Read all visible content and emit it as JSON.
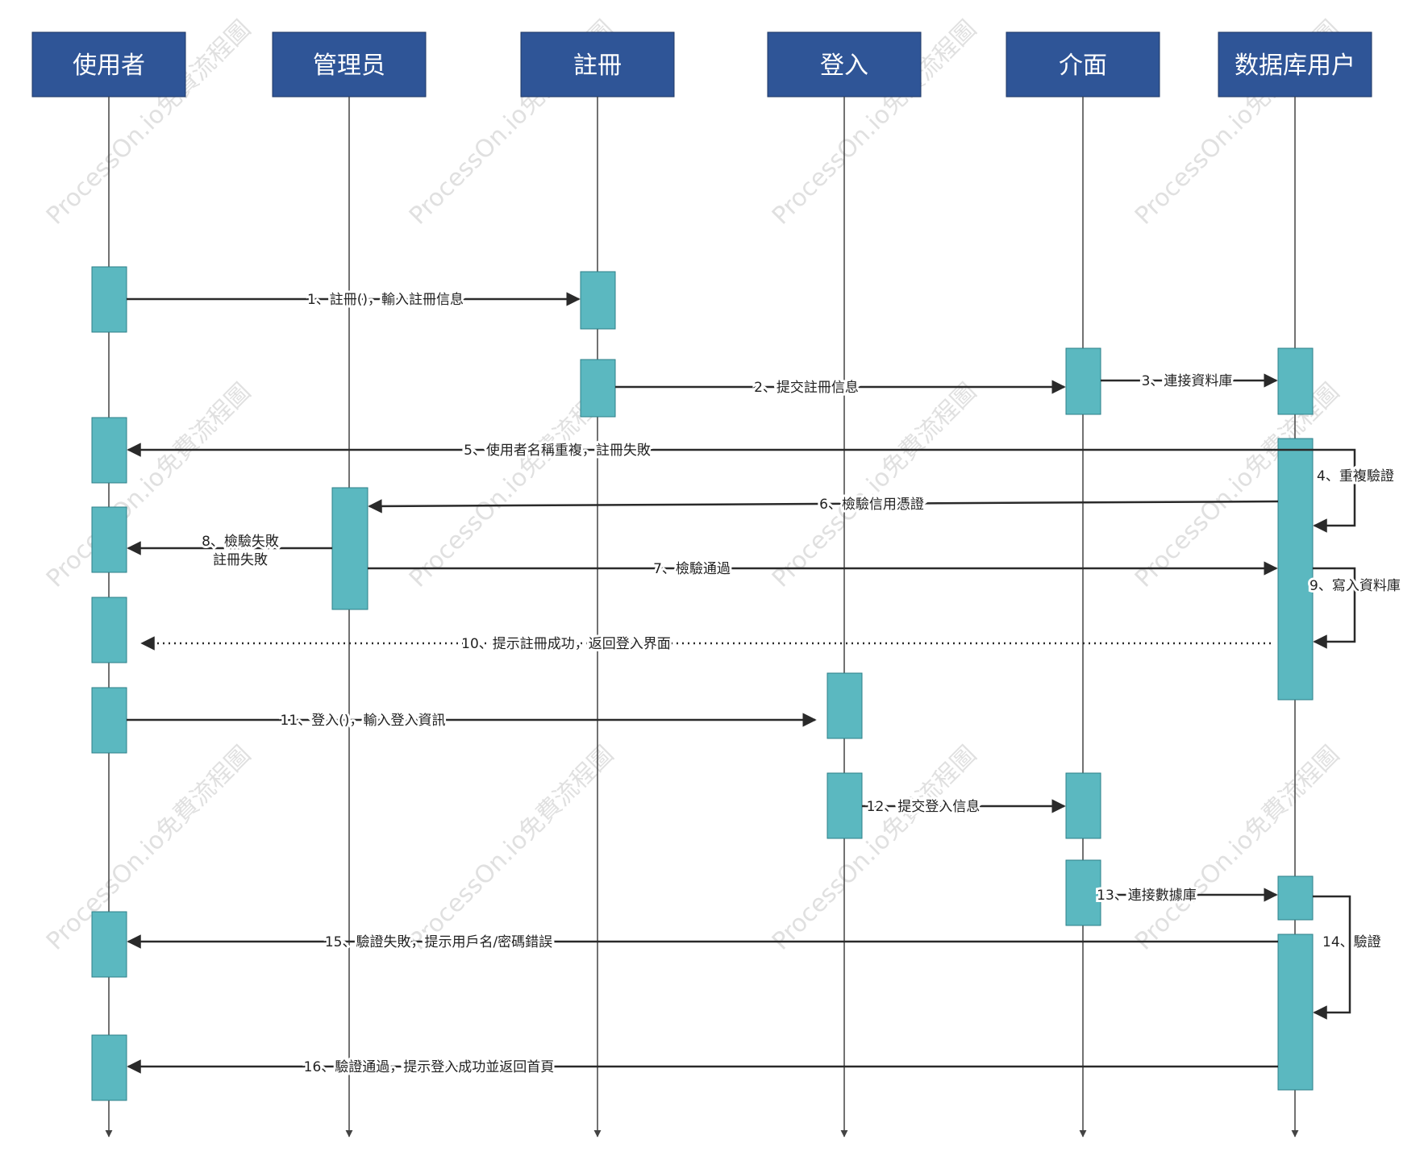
{
  "colors": {
    "header_fill": "#2f5597",
    "header_stroke": "#1f3864",
    "activation_fill": "#5bb8c0",
    "activation_stroke": "#2d7f88",
    "lifeline": "#444444",
    "message": "#2a2a2a",
    "background": "#ffffff",
    "watermark": "#c8c8c8"
  },
  "watermark": "ProcessOn.io免費流程圖",
  "participants": [
    {
      "id": "user",
      "label": "使用者"
    },
    {
      "id": "admin",
      "label": "管理员"
    },
    {
      "id": "register",
      "label": "註冊"
    },
    {
      "id": "login",
      "label": "登入"
    },
    {
      "id": "ui",
      "label": "介面"
    },
    {
      "id": "db",
      "label": "数据库用户"
    }
  ],
  "messages": [
    {
      "n": 1,
      "label": "1、註冊()，輸入註冊信息",
      "from": "user",
      "to": "register",
      "style": "solid"
    },
    {
      "n": 2,
      "label": "2、提交註冊信息",
      "from": "register",
      "to": "ui",
      "style": "solid"
    },
    {
      "n": 3,
      "label": "3、連接資料庫",
      "from": "ui",
      "to": "db",
      "style": "solid"
    },
    {
      "n": 4,
      "label": "4、重複驗證",
      "from": "db",
      "to": "db",
      "style": "self"
    },
    {
      "n": 5,
      "label": "5、使用者名稱重複，註冊失敗",
      "from": "db",
      "to": "user",
      "style": "solid"
    },
    {
      "n": 6,
      "label": "6、檢驗信用憑證",
      "from": "db",
      "to": "admin",
      "style": "solid"
    },
    {
      "n": 7,
      "label": "7、檢驗通過",
      "from": "admin",
      "to": "db",
      "style": "solid"
    },
    {
      "n": 8,
      "label": "8、檢驗失敗",
      "label2": "註冊失敗",
      "from": "admin",
      "to": "user",
      "style": "solid"
    },
    {
      "n": 9,
      "label": "9、寫入資料庫",
      "from": "db",
      "to": "db",
      "style": "self"
    },
    {
      "n": 10,
      "label": "10、提示註冊成功，返回登入界面",
      "from": "db",
      "to": "user",
      "style": "dotted"
    },
    {
      "n": 11,
      "label": "11、登入()，輸入登入資訊",
      "from": "user",
      "to": "login",
      "style": "solid"
    },
    {
      "n": 12,
      "label": "12、提交登入信息",
      "from": "login",
      "to": "ui",
      "style": "solid"
    },
    {
      "n": 13,
      "label": "13、連接數據庫",
      "from": "ui",
      "to": "db",
      "style": "solid"
    },
    {
      "n": 14,
      "label": "14、驗證",
      "from": "db",
      "to": "db",
      "style": "self"
    },
    {
      "n": 15,
      "label": "15、驗證失敗，提示用戶名/密碼錯誤",
      "from": "db",
      "to": "user",
      "style": "solid"
    },
    {
      "n": 16,
      "label": "16、驗證通過，提示登入成功並返回首頁",
      "from": "db",
      "to": "user",
      "style": "solid"
    }
  ]
}
